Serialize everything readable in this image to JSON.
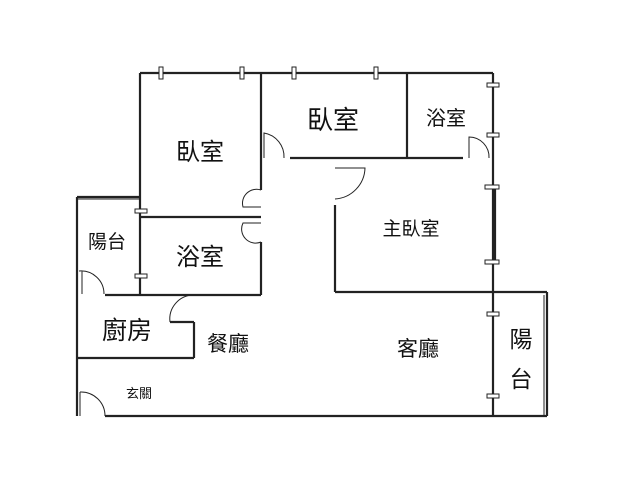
{
  "rooms": {
    "bedroom_left": "臥室",
    "bedroom_top": "臥室",
    "bathroom_top": "浴室",
    "balcony_left": "陽台",
    "bathroom_left": "浴室",
    "master_bedroom": "主臥室",
    "kitchen": "廚房",
    "dining_room": "餐廳",
    "living_room": "客廳",
    "balcony_right_1": "陽",
    "balcony_right_2": "台",
    "entrance": "玄關"
  }
}
